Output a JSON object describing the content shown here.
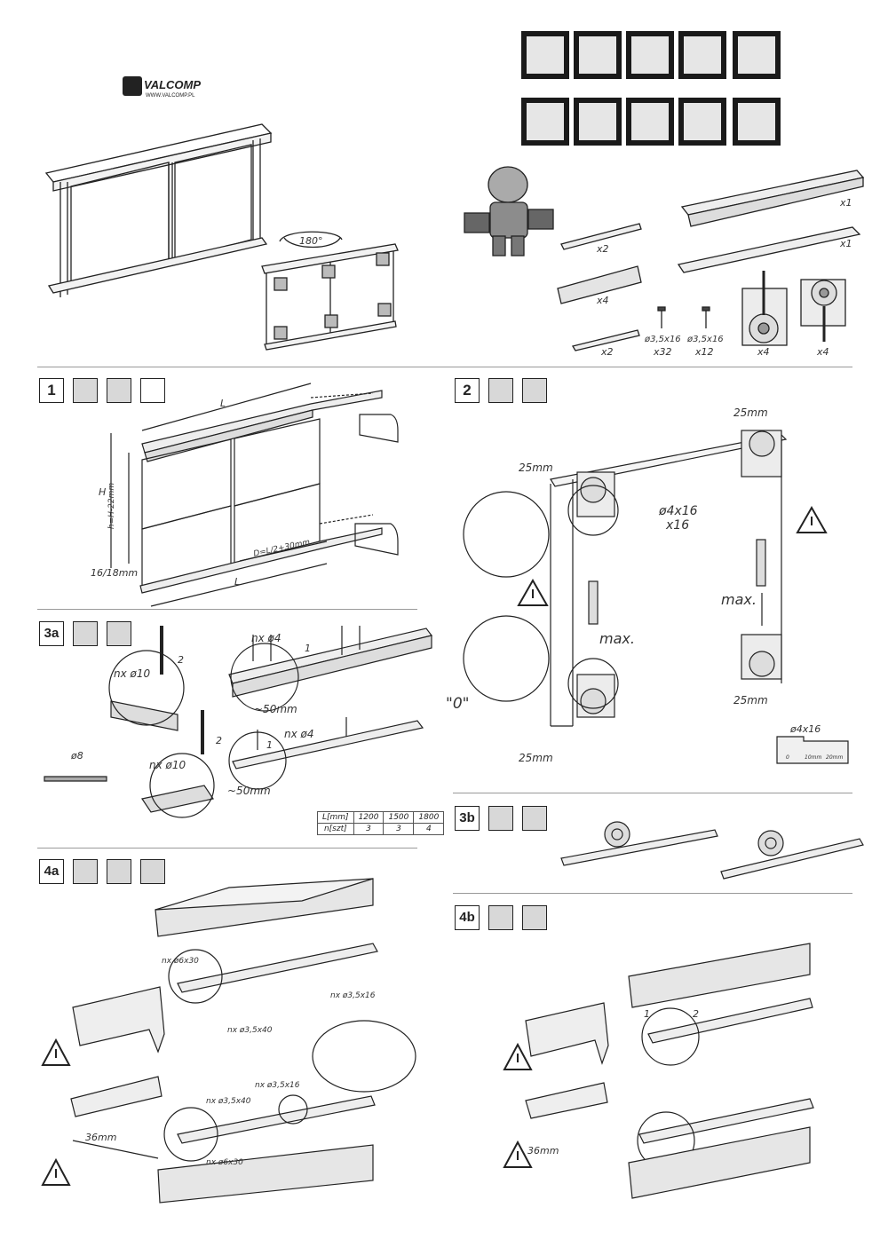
{
  "brand": {
    "name": "VALCOMP",
    "url": "WWW.VALCOMP.PL"
  },
  "tools": {
    "row1": [
      "glue-icon",
      "ruler-numbers-icon",
      "tape-measure-icon",
      "screw-into-wood-icon",
      "wrench-plus-minus-icon"
    ],
    "row2": [
      "drill-icon",
      "level-icon",
      "hammer-icon",
      "mallet-icon",
      "hacksaw-icon"
    ]
  },
  "header": {
    "rotation_label": "180°"
  },
  "parts": {
    "rail_top_qty": "x1",
    "rail_bottom_qty": "x1",
    "cover_strip_qty": "x2",
    "guide_qty": "x4",
    "stopper_qty": "x2",
    "screw_a": {
      "size": "ø3,5x16",
      "qty": "x32"
    },
    "screw_b": {
      "size": "ø3,5x16",
      "qty": "x12"
    },
    "carriage_a_qty": "x4",
    "carriage_b_qty": "x4"
  },
  "step1": {
    "number": "1",
    "dim_L_top": "L",
    "dim_H": "H",
    "dim_h": "h=H-22mm",
    "dim_D": "D=L/2+30mm",
    "dim_L_bottom": "L",
    "dim_thickness": "16/18mm"
  },
  "step2": {
    "number": "2",
    "top_right_offset": "25mm",
    "top_left_offset": "25mm",
    "screw_label": "ø4x16",
    "screw_qty": "x16",
    "max_top": "max.",
    "max_bottom": "max.",
    "zero_label": "\"0\"",
    "bottom_right_offset": "25mm",
    "bottom_left_offset": "25mm",
    "ruler_screw": "ø4x16",
    "ruler_marks": [
      "0",
      "10mm",
      "20mm"
    ]
  },
  "step3a": {
    "number": "3a",
    "hole_small_top": "nx  ø4",
    "hole_large_top": "nx  ø10",
    "dist_top": "~50mm",
    "countersink": "ø8",
    "hole_small_bottom": "nx  ø4",
    "hole_large_bottom": "nx  ø10",
    "dist_bottom": "~50mm",
    "circle_1": "1",
    "circle_2": "2",
    "table": {
      "headers": [
        "L[mm]",
        "1200",
        "1500",
        "1800"
      ],
      "rows": [
        [
          "n[szt]",
          "3",
          "3",
          "4"
        ]
      ]
    }
  },
  "step3b": {
    "number": "3b"
  },
  "step4a": {
    "number": "4a",
    "dowel_top": "nx  ø6x30",
    "screw_top": "nx  ø3,5x16",
    "screw_top_long": "nx  ø3,5x40",
    "screw_bottom_16": "nx  ø3,5x16",
    "screw_bottom_40": "nx  ø3,5x40",
    "dowel_bottom": "nx  ø6x30",
    "dist": "36mm"
  },
  "step4b": {
    "number": "4b",
    "dist": "36mm",
    "circle_1": "1",
    "circle_2": "2"
  }
}
